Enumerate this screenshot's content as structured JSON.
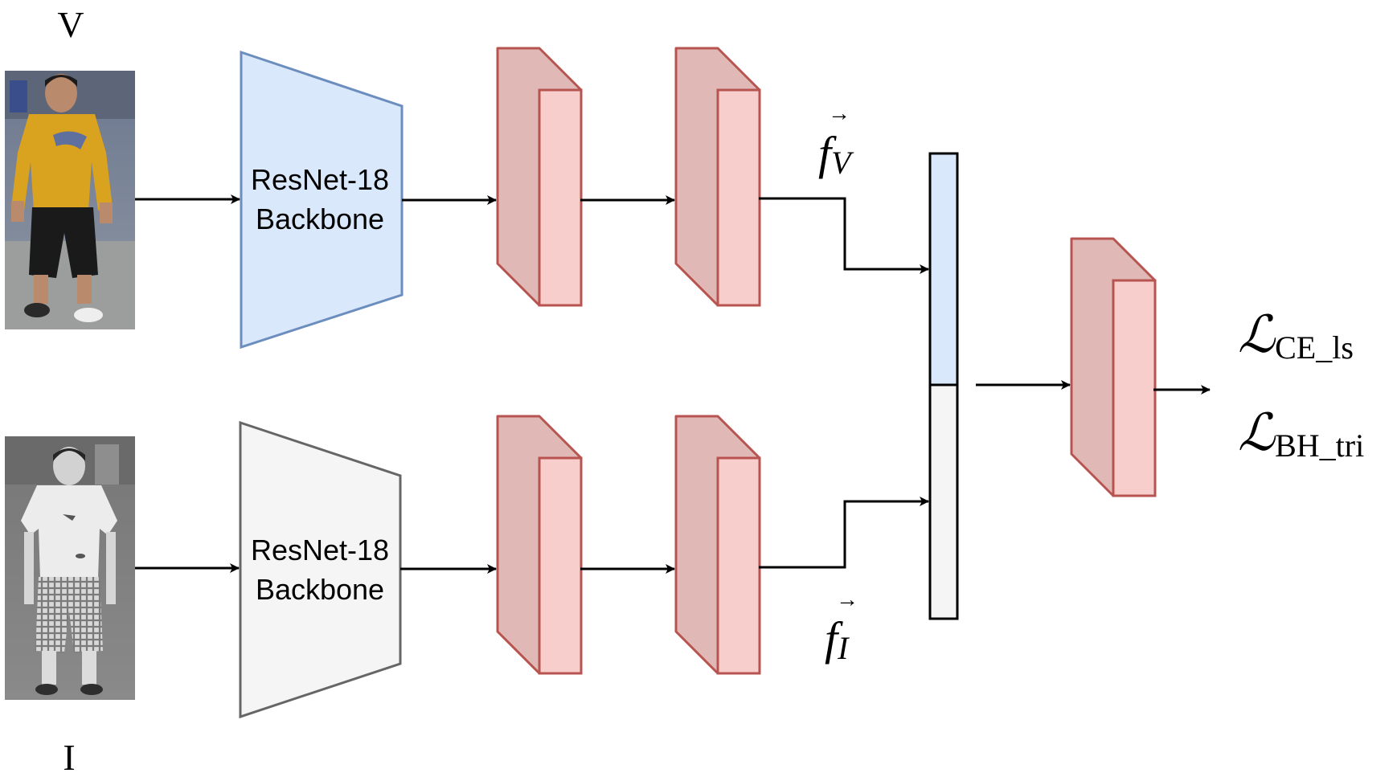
{
  "modalities": {
    "visible": {
      "label": "V"
    },
    "infrared": {
      "label": "I"
    }
  },
  "backbones": {
    "visible": {
      "line1": "ResNet-18",
      "line2": "Backbone"
    },
    "infrared": {
      "line1": "ResNet-18",
      "line2": "Backbone"
    }
  },
  "features": {
    "visible": {
      "symbol": "f",
      "subscript": "V"
    },
    "infrared": {
      "symbol": "f",
      "subscript": "I"
    }
  },
  "losses": [
    {
      "symbol": "ℒ",
      "subscript": "CE_ls"
    },
    {
      "symbol": "ℒ",
      "subscript": "BH_tri"
    }
  ],
  "colors": {
    "visible_backbone_fill": "#dae8fc",
    "visible_backbone_stroke": "#6c8ebf",
    "infrared_backbone_fill": "#f5f5f5",
    "infrared_backbone_stroke": "#666666",
    "layer_front_fill": "#f8cecc",
    "layer_side_fill": "#e0b8b6",
    "layer_stroke": "#b85450"
  }
}
